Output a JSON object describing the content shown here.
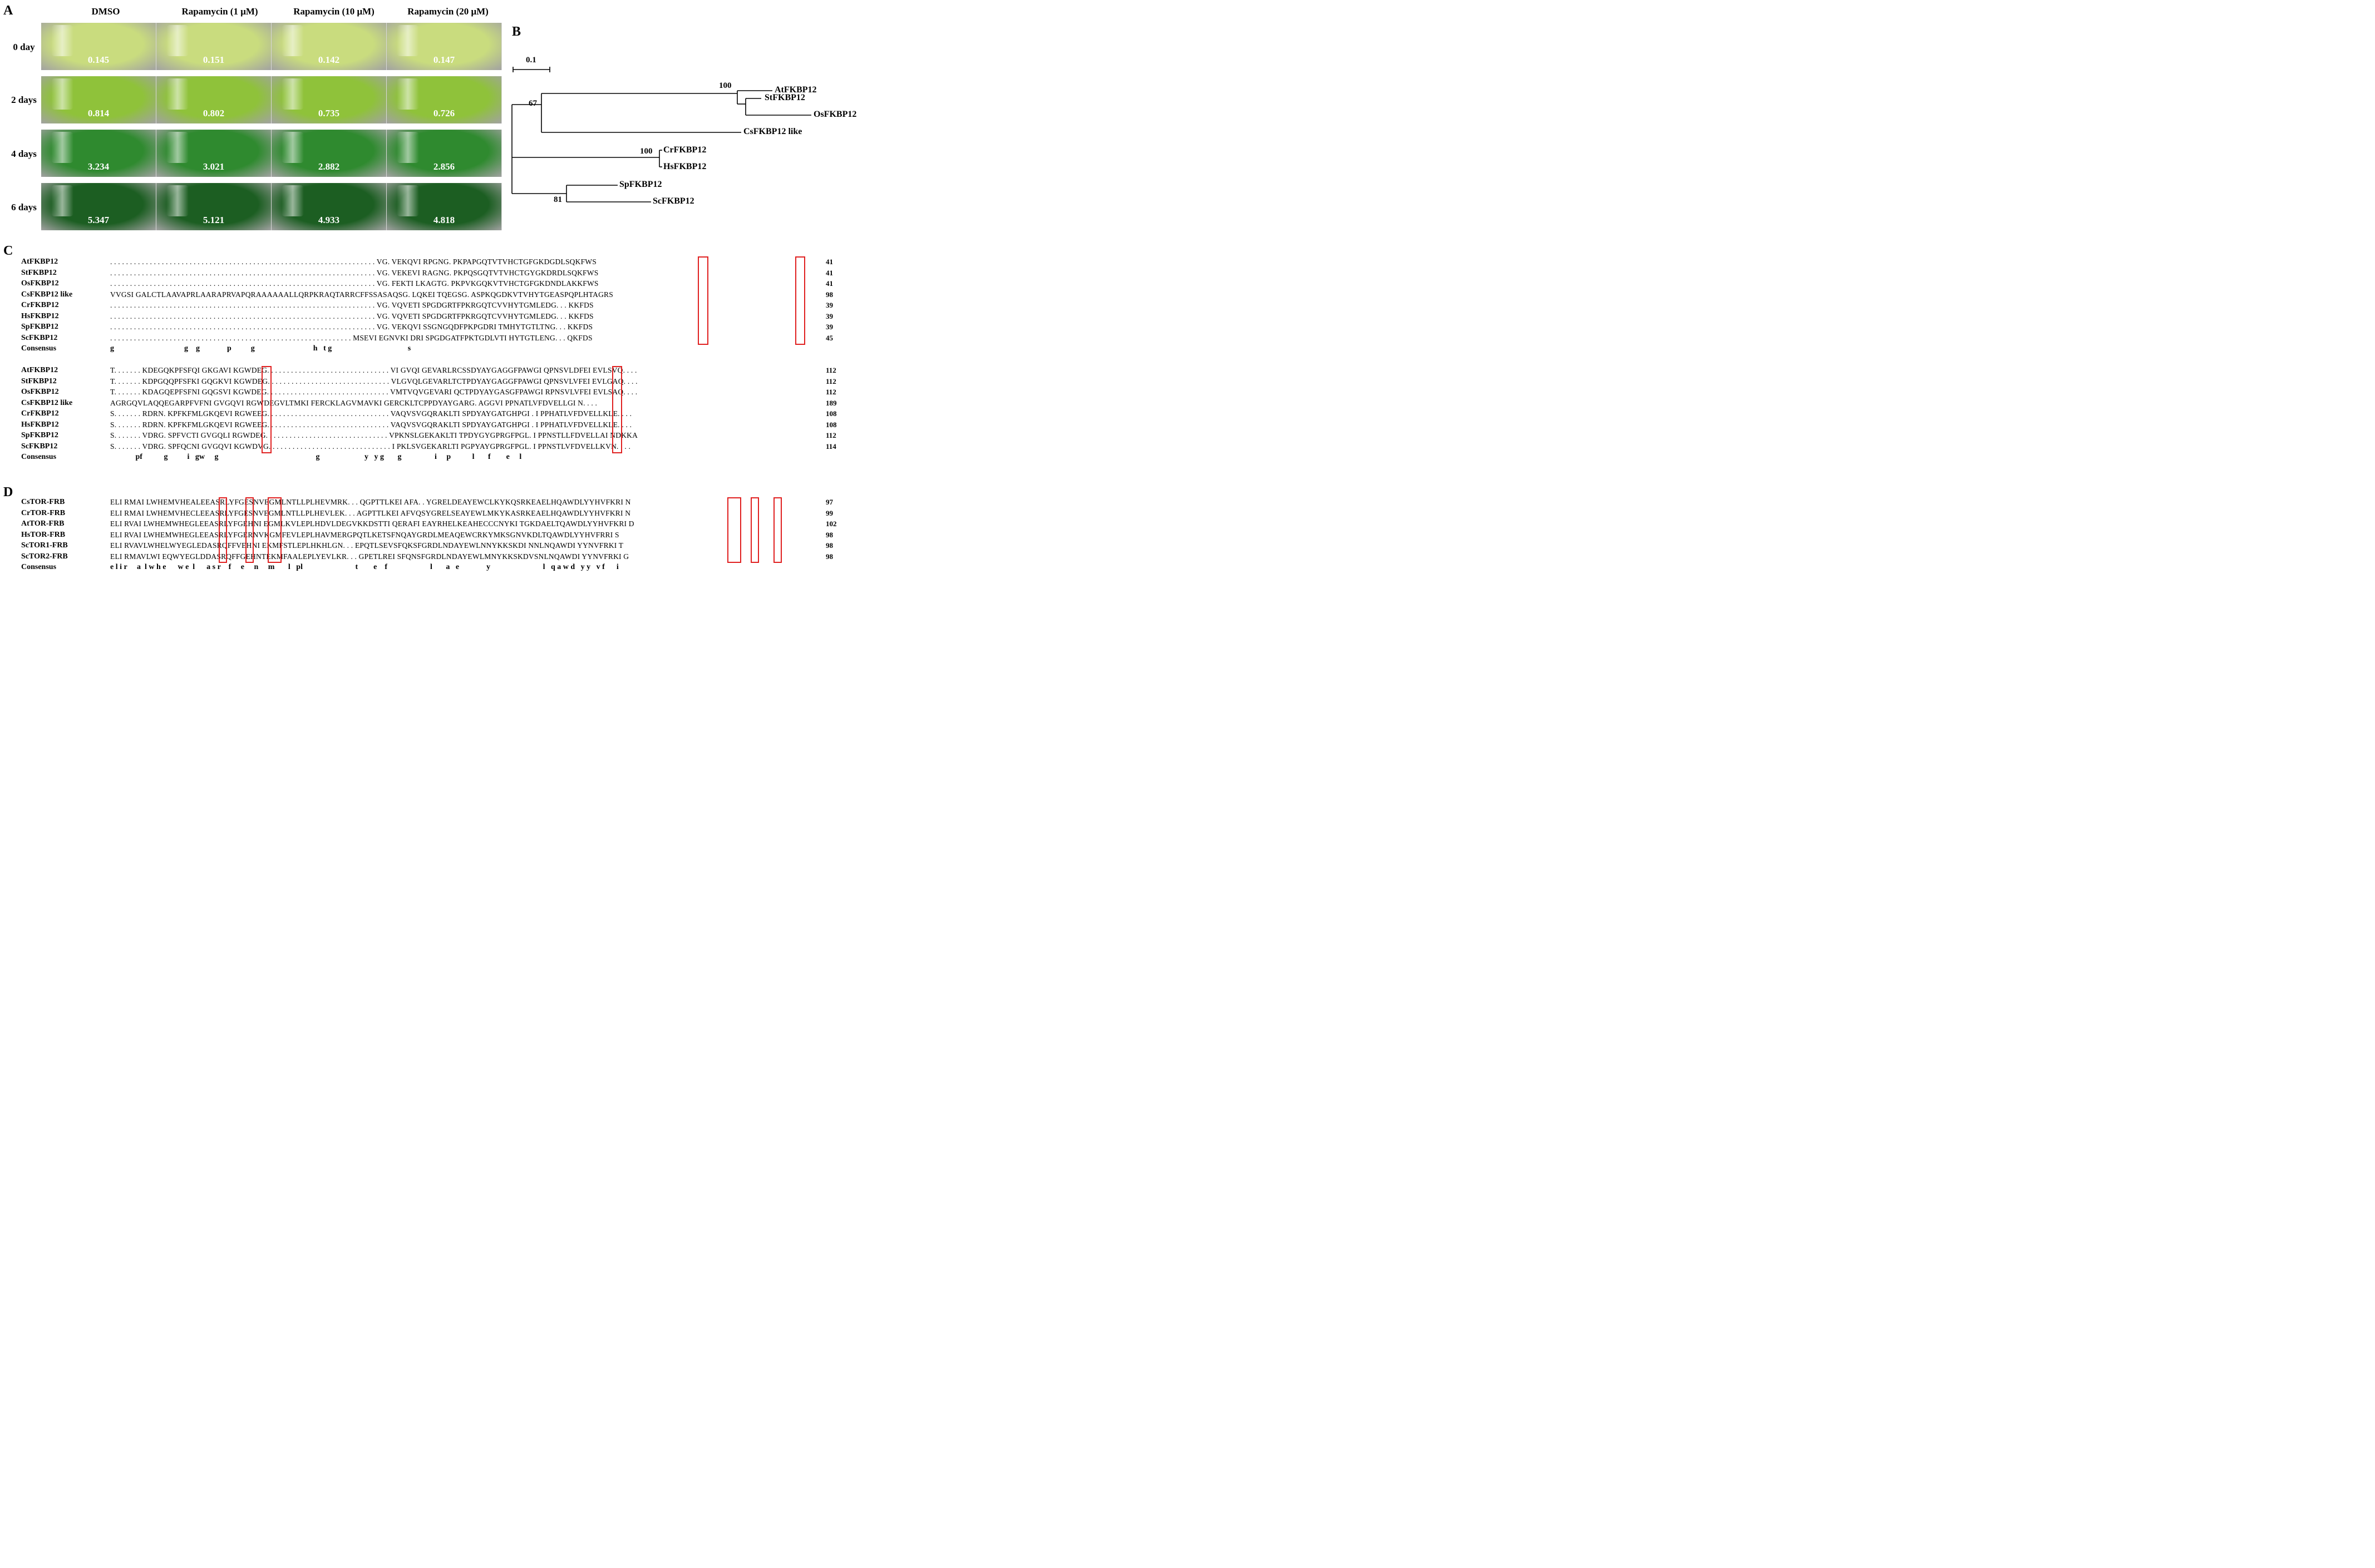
{
  "panelA": {
    "letter": "A",
    "columns": [
      "DMSO",
      "Rapamycin (1 μM)",
      "Rapamycin (10 μM)",
      "Rapamycin (20 μM)"
    ],
    "rows": [
      {
        "label": "0 day",
        "values": [
          "0.145",
          "0.151",
          "0.142",
          "0.147"
        ],
        "tone": "#c9dc7e"
      },
      {
        "label": "2 days",
        "values": [
          "0.814",
          "0.802",
          "0.735",
          "0.726"
        ],
        "tone": "#8fc23a"
      },
      {
        "label": "4 days",
        "values": [
          "3.234",
          "3.021",
          "2.882",
          "2.856"
        ],
        "tone": "#2f8a2f"
      },
      {
        "label": "6 days",
        "values": [
          "5.347",
          "5.121",
          "4.933",
          "4.818"
        ],
        "tone": "#1c5e22"
      }
    ]
  },
  "panelB": {
    "letter": "B",
    "scale_label": "0.1",
    "taxa": [
      "AtFKBP12",
      "StFKBP12",
      "OsFKBP12",
      "CsFKBP12 like",
      "CrFKBP12",
      "HsFKBP12",
      "SpFKBP12",
      "ScFKBP12"
    ],
    "bootstrap": [
      "100",
      "67",
      "100",
      "81"
    ]
  },
  "panelC": {
    "letter": "C",
    "block1": {
      "names": [
        "AtFKBP12",
        "StFKBP12",
        "OsFKBP12",
        "CsFKBP12 like",
        "CrFKBP12",
        "HsFKBP12",
        "SpFKBP12",
        "ScFKBP12"
      ],
      "seqs": [
        ". . . . . . . . . . . . . . . . . . . . . . . . . . . . . . . . . . . . . . . . . . . . . . . . . . . . . . . . . . . . . . . . . . . VG. VEKQVI RPGNG. PKPAPGQTVTVHCTGFGKDGDLSQKFWS",
        ". . . . . . . . . . . . . . . . . . . . . . . . . . . . . . . . . . . . . . . . . . . . . . . . . . . . . . . . . . . . . . . . . . . VG. VEKEVI RAGNG. PKPQSGQTVTVHCTGYGKDRDLSQKFWS",
        ". . . . . . . . . . . . . . . . . . . . . . . . . . . . . . . . . . . . . . . . . . . . . . . . . . . . . . . . . . . . . . . . . . . VG. FEKTI LKAGTG. PKPVKGQKVTVHCTGFGKDNDLAKKFWS",
        "VVGSI GALCTLAAVAPRLAARAPRVAPQRAAAAAALLQRPKRAQTARRCFFSSASAQSG. LQKEI TQEGSG. ASPKQGDKVTVHYTGEASPQPLHTAGRS",
        ". . . . . . . . . . . . . . . . . . . . . . . . . . . . . . . . . . . . . . . . . . . . . . . . . . . . . . . . . . . . . . . . . . . VG. VQVETI SPGDGRTFPKRGQTCVVHYTGMLEDG. . . KKFDS",
        ". . . . . . . . . . . . . . . . . . . . . . . . . . . . . . . . . . . . . . . . . . . . . . . . . . . . . . . . . . . . . . . . . . . VG. VQVETI SPGDGRTFPKRGQTCVVHYTGMLEDG. . . KKFDS",
        ". . . . . . . . . . . . . . . . . . . . . . . . . . . . . . . . . . . . . . . . . . . . . . . . . . . . . . . . . . . . . . . . . . . VG. VEKQVI SSGNGQDFPKPGDRI TMHYTGTLTNG. . . KKFDS",
        ". . . . . . . . . . . . . . . . . . . . . . . . . . . . . . . . . . . . . . . . . . . . . . . . . . . . . . . . . . . . . MSEVI EGNVKI DRI SPGDGATFPKTGDLVTI HYTGTLENG. . . QKFDS"
      ],
      "nums": [
        "41",
        "41",
        "41",
        "98",
        "39",
        "39",
        "39",
        "45"
      ],
      "consensus_label": "Consensus",
      "consensus": "g                                    g    g              p          g                              h   t g                                       s"
    },
    "block2": {
      "names": [
        "AtFKBP12",
        "StFKBP12",
        "OsFKBP12",
        "CsFKBP12 like",
        "CrFKBP12",
        "HsFKBP12",
        "SpFKBP12",
        "ScFKBP12"
      ],
      "seqs": [
        "T. . . . . . . KDEGQKPFSFQI GKGAVI KGWDEG. . . . . . . . . . . . . . . . . . . . . . . . . . . . . . . VI GVQI GEVARLRCSSDYAYGAGGFPAWGI QPNSVLDFEI EVLSVQ. . . .",
        "T. . . . . . . KDPGQQPFSFKI GQGKVI KGWDEG. . . . . . . . . . . . . . . . . . . . . . . . . . . . . . . VLGVQLGEVARLTCTPDYAYGAGGFPAWGI QPNSVLVFEI EVLGAQ. . . .",
        "T. . . . . . . KDAGQEPFSFNI GQGSVI KGWDEG. . . . . . . . . . . . . . . . . . . . . . . . . . . . . . . VMTVQVGEVARI QCTPDYAYGASGFPAWGI RPNSVLVFEI EVLSAQ. . . .",
        "AGRGQVLAQQEGARPFVFNI GVGQVI RGWDEGVLTMKI FERCKLAGVMAVKI GERCKLTCPPDYAYGARG. AGGVI PPNATLVFDVELLGI N. . . .",
        "S. . . . . . . RDRN. KPFKFMLGKQEVI RGWEEG. . . . . . . . . . . . . . . . . . . . . . . . . . . . . . . VAQVSVGQRAKLTI SPDYAYGATGHPGI . I PPHATLVFDVELLKLE. . . .",
        "S. . . . . . . RDRN. KPFKFMLGKQEVI RGWEEG. . . . . . . . . . . . . . . . . . . . . . . . . . . . . . . VAQVSVGQRAKLTI SPDYAYGATGHPGI . I PPHATLVFDVELLKLE. . . .",
        "S. . . . . . . VDRG. SPFVCTI GVGQLI RGWDEG. . . . . . . . . . . . . . . . . . . . . . . . . . . . . . . VPKNSLGEKAKLTI TPDYGYGPRGFPGL. I PPNSTLLFDVELLAI NDKKA",
        "S. . . . . . . VDRG. SPFQCNI GVGQVI KGWDVG. . . . . . . . . . . . . . . . . . . . . . . . . . . . . . . I PKLSVGEKARLTI PGPYAYGPRGFPGL. I PPNSTLVFDVELLKVN. . . ."
      ],
      "nums": [
        "112",
        "112",
        "112",
        "189",
        "108",
        "108",
        "112",
        "114"
      ],
      "consensus_label": "Consensus",
      "consensus": "             pf           g          i   gw     g                                                  g                       y   y g       g                 i     p           l       f        e     l"
    },
    "block1_consensus_text": "g g g p g h t g s",
    "block2_consensus_text": "pf g i gw g g y yg g i p l f e l"
  },
  "panelD": {
    "letter": "D",
    "names": [
      "CsTOR-FRB",
      "CrTOR-FRB",
      "AtTOR-FRB",
      "HsTOR-FRB",
      "ScTOR1-FRB",
      "ScTOR2-FRB"
    ],
    "seqs": [
      "ELI RMAI LWHEMVHEALEEASRLYFGESNVEGMLNTLLPLHEVMRK. . . QGPTTLKEI AFA. . YGRELDEAYEWCLKYKQSRKEAELHQAWDLYYHVFKRI N",
      "ELI RMAI LWHEMVHECLEEASRLYFGESNVEGMLNTLLPLHEVLEK. . . AGPTTLKEI AFVQSYGRELSEAYEWLMKYKASRKEAELHQAWDLYYHVFKRI N",
      "ELI RVAI LWHEMWHEGLEEASRLYFGEHNI EGMLKVLEPLHDVLDEGVKKDSTTI QERAFI EAYRHELKEAHECCCNYKI TGKDAELTQAWDLYYHVFKRI D",
      "ELI RVAI LWHEMWHEGLEEASRLYFGERNVKGMFEVLEPLHAVMERGPQTLKETSFNQAYGRDLMEAQEWCRKYMKSGNVKDLTQAWDLYYHVFRRI S",
      "ELI RVAVLWHELWYEGLEDASRQFFVEHNI EKMFSTLEPLHKHLGN. . . EPQTLSEVSFQKSFGRDLNDAYEWLNNYKKSKDI NNLNQAWDI YYNVFRKI T",
      "ELI RMAVLWI EQWYEGLDDASRQFFGEHNTEKMFAALEPLYEVLKR. . . GPETLREI SFQNSFGRDLNDAYEWLMNYKKSKDVSNLNQAWDI YYNVFRKI G"
    ],
    "nums": [
      "97",
      "99",
      "102",
      "98",
      "98",
      "98"
    ],
    "consensus_label": "Consensus",
    "consensus": "e l i r     a  l w h e      w e  l      a s r    f     e     n     m       l   pl                           t        e    f                      l       a   e              y                           l   q a w d   y y   v f      i"
  }
}
